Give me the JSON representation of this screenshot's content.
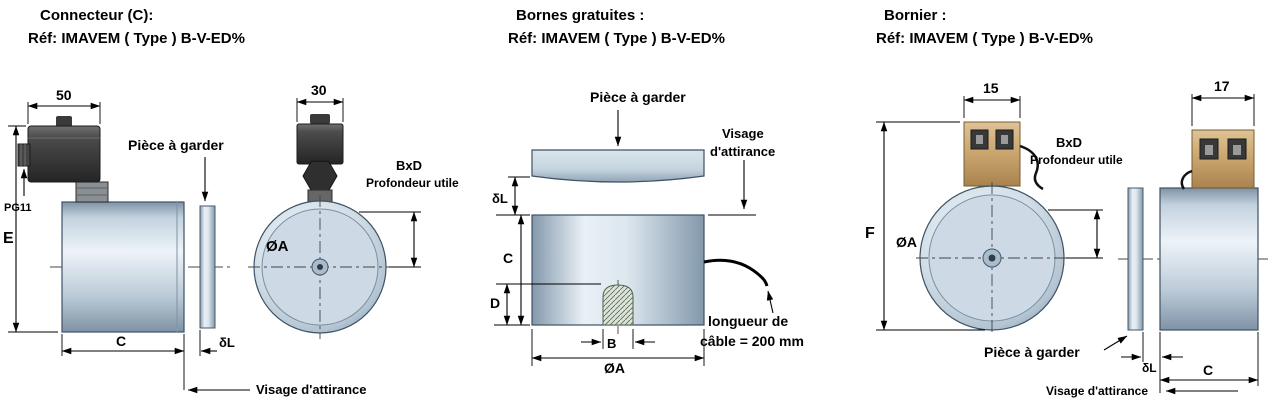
{
  "sections": {
    "connecteur": {
      "title": "Connecteur (C):",
      "ref": "Réf: IMAVEM ( Type ) B-V-ED%",
      "dims": {
        "width_top": "50",
        "front_top": "30",
        "e": "E",
        "c": "C",
        "dl": "δL",
        "oa": "ØA"
      },
      "labels": {
        "pg11": "PG11",
        "piece": "Pièce à garder",
        "visage": "Visage d'attirance",
        "bxd": "BxD",
        "profondeur": "Profondeur utile"
      }
    },
    "bornes": {
      "title": "Bornes gratuites :",
      "ref": "Réf: IMAVEM ( Type ) B-V-ED%",
      "dims": {
        "c": "C",
        "d": "D",
        "b": "B",
        "dl": "δL",
        "oa": "ØA"
      },
      "labels": {
        "piece": "Pièce à garder",
        "visage_l1": "Visage",
        "visage_l2": "d'attirance",
        "cable_l1": "longueur de",
        "cable_l2": "câble = 200 mm"
      }
    },
    "bornier": {
      "title": "Bornier :",
      "ref": "Réf: IMAVEM ( Type ) B-V-ED%",
      "dims": {
        "front_top": "15",
        "side_top": "17",
        "f": "F",
        "c": "C",
        "dl": "δL",
        "oa": "ØA"
      },
      "labels": {
        "piece": "Pièce à garder",
        "visage": "Visage d'attirance",
        "bxd": "BxD",
        "profondeur": "Profondeur utile"
      }
    }
  }
}
